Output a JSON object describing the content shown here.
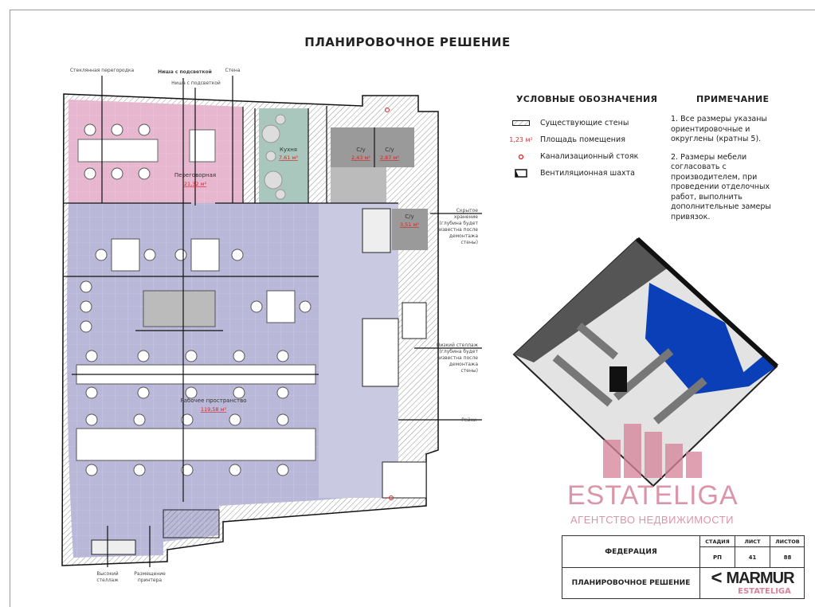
{
  "title": "ПЛАНИРОВОЧНОЕ РЕШЕНИЕ",
  "legend": {
    "heading": "УСЛОВНЫЕ ОБОЗНАЧЕНИЯ",
    "items": [
      {
        "icon": "hatched-wall-icon",
        "label": "Существующие стены"
      },
      {
        "icon": "area-sample",
        "sample": "1,23 м²",
        "label": "Площадь помещения"
      },
      {
        "icon": "sewer-riser-icon",
        "label": "Канализационный стояк"
      },
      {
        "icon": "ventilation-shaft-icon",
        "label": "Вентиляционная шахта"
      }
    ]
  },
  "notes": {
    "heading": "ПРИМЕЧАНИЕ",
    "items": [
      "1. Все размеры указаны ориентировочные и округлены (кратны 5).",
      "2. Размеры мебели согласовать с производителем, при проведении отделочных работ, выполнить дополнительные замеры привязок."
    ]
  },
  "plan": {
    "callouts": {
      "glass": "Стеклянная перегородка",
      "niche1": "Ниша с подсветкой",
      "niche2": "Ниша с подсветкой",
      "wall": "Стена",
      "hidden_l1": "Скрытое",
      "hidden_l2": "хранение",
      "hidden_l3": "(глубина будет",
      "hidden_l4": "известна после",
      "hidden_l5": "демонтажа",
      "hidden_l6": "стены)",
      "low_l1": "Низкий стеллаж",
      "low_l2": "(глубина будет",
      "low_l3": "известна после",
      "low_l4": "демонтажа",
      "low_l5": "стены)",
      "slats": "Рейки",
      "tall_l1": "Высокий",
      "tall_l2": "стеллаж",
      "printer_l1": "Размещение",
      "printer_l2": "принтера"
    },
    "rooms": [
      {
        "name": "Переговорная",
        "area": "21,32 м²"
      },
      {
        "name": "Кухня",
        "area": "7,61 м²"
      },
      {
        "name": "С/у",
        "area": "2,43 м²"
      },
      {
        "name": "С/у",
        "area": "2,87 м²"
      },
      {
        "name": "С/у",
        "area": "3,51 м²"
      },
      {
        "name": "Рабочее пространство",
        "area": "119,58 м²"
      }
    ]
  },
  "watermark": {
    "brand": "ESTATELIGA",
    "tagline": "АГЕНТСТВО НЕДВИЖИМОСТИ"
  },
  "title_block": {
    "project": "ФЕДЕРАЦИЯ",
    "sheet_title": "ПЛАНИРОВОЧНОЕ РЕШЕНИЕ",
    "stage_h": "СТАДИЯ",
    "sheet_h": "ЛИСТ",
    "sheets_h": "ЛИСТОВ",
    "stage": "РП",
    "sheet": "41",
    "sheets": "88",
    "logo": "MARMUR",
    "logo_sub": "ESTATELIGA"
  },
  "colors": {
    "meeting": "#e7b6cf",
    "kitchen": "#a9c7bd",
    "bath": "#9a9a9a",
    "work": "#b9b8d8",
    "blue": "#0a3fb8",
    "watermark": "#d5839b"
  }
}
